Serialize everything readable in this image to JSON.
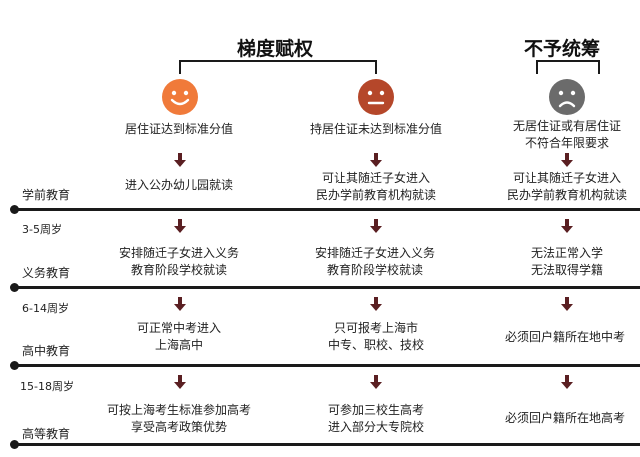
{
  "headers": {
    "left": "梯度赋权",
    "right": "不予统筹"
  },
  "faces": [
    {
      "name": "smile",
      "color": "#f07a3a"
    },
    {
      "name": "neutral",
      "color": "#b5472a"
    },
    {
      "name": "sad",
      "color": "#6b6b6b"
    }
  ],
  "conditions": [
    {
      "lines": [
        "居住证达到标准分值"
      ]
    },
    {
      "lines": [
        "持居住证未达到标准分值"
      ]
    },
    {
      "lines": [
        "无居住证或有居住证",
        "不符合年限要求"
      ]
    }
  ],
  "stages": [
    {
      "label": "学前教育",
      "age": "3-5周岁",
      "cells": [
        [
          "进入公办幼儿园就读"
        ],
        [
          "可让其随迁子女进入",
          "民办学前教育机构就读"
        ],
        [
          "可让其随迁子女进入",
          "民办学前教育机构就读"
        ]
      ]
    },
    {
      "label": "义务教育",
      "age": "6-14周岁",
      "cells": [
        [
          "安排随迁子女进入义务",
          "教育阶段学校就读"
        ],
        [
          "安排随迁子女进入义务",
          "教育阶段学校就读"
        ],
        [
          "无法正常入学",
          "无法取得学籍"
        ]
      ]
    },
    {
      "label": "高中教育",
      "age": "15-18周岁",
      "cells": [
        [
          "可正常中考进入",
          "上海高中"
        ],
        [
          "只可报考上海市",
          "中专、职校、技校"
        ],
        [
          "必须回户籍所在地中考"
        ]
      ]
    },
    {
      "label": "高等教育",
      "age": "",
      "cells": [
        [
          "可按上海考生标准参加高考",
          "享受高考政策优势"
        ],
        [
          "可参加三校生高考",
          "进入部分大专院校"
        ],
        [
          "必须回户籍所在地高考"
        ]
      ]
    }
  ],
  "colors": {
    "arrow": "#5a1f22",
    "line": "#1a1a1a"
  }
}
